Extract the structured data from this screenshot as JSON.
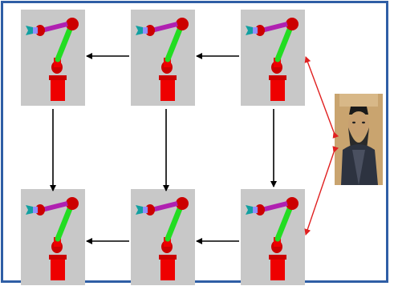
{
  "diagram": {
    "frame_color": "#2f5ea5",
    "tile_color": "#c8c8c8",
    "arrow_color": "#000000",
    "link_arrow_color": "#e02020",
    "robot_colors": {
      "base": "#ee0000",
      "joint": "#cc0000",
      "lower_arm": "#22dd22",
      "upper_arm": "#b020b0",
      "wrist": "#9090ff",
      "gripper": "#10a0a0"
    },
    "robots": [
      {
        "row": "top",
        "col": 1
      },
      {
        "row": "top",
        "col": 2
      },
      {
        "row": "top",
        "col": 3
      },
      {
        "row": "bottom",
        "col": 1
      },
      {
        "row": "bottom",
        "col": 2
      },
      {
        "row": "bottom",
        "col": 3
      }
    ],
    "connections": [
      {
        "from": "top-3",
        "to": "top-2"
      },
      {
        "from": "top-2",
        "to": "top-1"
      },
      {
        "from": "top-1",
        "to": "bottom-1"
      },
      {
        "from": "top-2",
        "to": "bottom-2"
      },
      {
        "from": "top-3",
        "to": "bottom-3"
      },
      {
        "from": "bottom-3",
        "to": "bottom-2"
      },
      {
        "from": "bottom-2",
        "to": "bottom-1"
      },
      {
        "from": "portrait",
        "to": "top-3"
      },
      {
        "from": "portrait",
        "to": "bottom-3"
      }
    ],
    "portrait": {
      "icon": "sage-portrait-icon"
    }
  }
}
